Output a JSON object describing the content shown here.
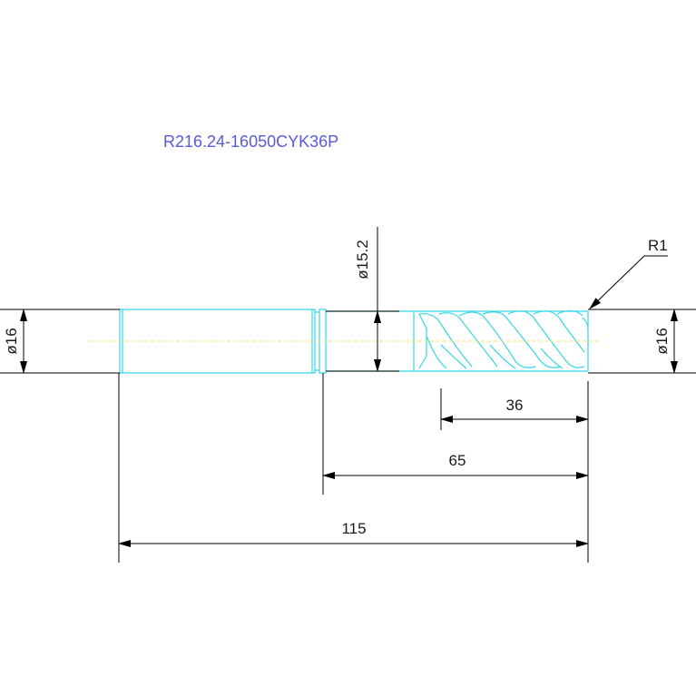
{
  "part_number": "R216.24-16050CYK36P",
  "dimensions": {
    "shank_diameter": "ø16",
    "neck_diameter": "ø15.2",
    "cutting_diameter": "ø16",
    "corner_radius": "R1",
    "flute_length": "36",
    "reach_length": "65",
    "overall_length": "115"
  },
  "colors": {
    "title": "#5a5ad6",
    "outline": "#33d6e6",
    "centerline": "#ffe066",
    "dimension": "#000000"
  }
}
